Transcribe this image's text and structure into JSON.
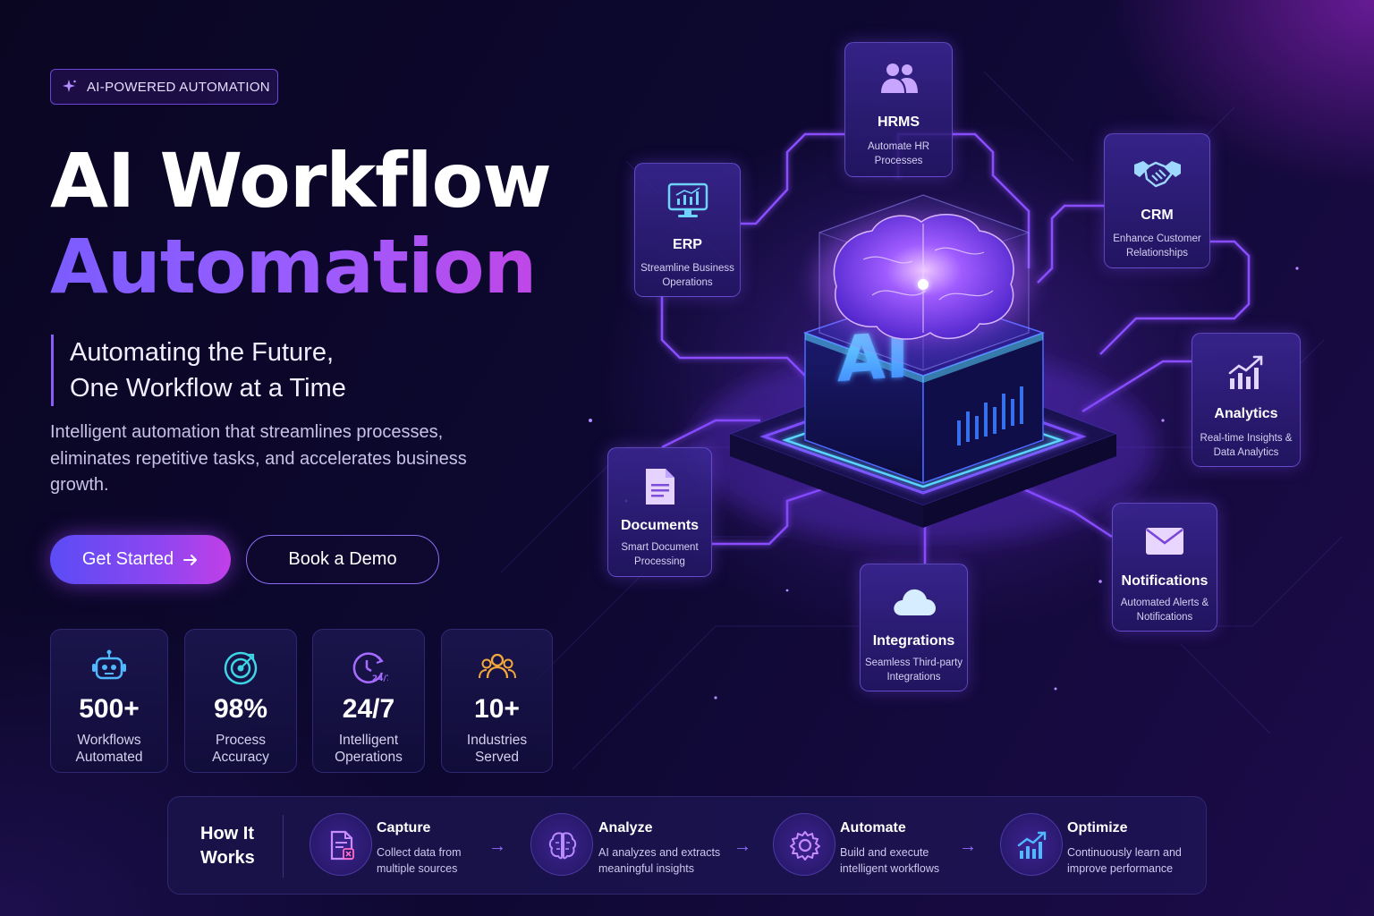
{
  "badge": {
    "icon": "sparkle-icon",
    "label": "AI-POWERED AUTOMATION"
  },
  "hero": {
    "title_line1": "AI Workflow",
    "title_line2": "Automation",
    "tagline_line1": "Automating the Future,",
    "tagline_line2": "One Workflow at a Time",
    "description": "Intelligent automation that streamlines processes, eliminates repetitive tasks, and accelerates business growth."
  },
  "buttons": {
    "primary_label": "Get Started",
    "primary_icon": "arrow-right-icon",
    "secondary_label": "Book a Demo"
  },
  "stats": [
    {
      "icon": "robot-icon",
      "value": "500+",
      "label": "Workflows Automated"
    },
    {
      "icon": "target-icon",
      "value": "98%",
      "label": "Process Accuracy"
    },
    {
      "icon": "clock-24-7-icon",
      "value": "24/7",
      "label": "Intelligent Operations"
    },
    {
      "icon": "people-icon",
      "value": "10+",
      "label": "Industries Served"
    }
  ],
  "hub": {
    "label": "AI",
    "icon": "brain-icon"
  },
  "nodes": {
    "hrms": {
      "icon": "users-icon",
      "title": "HRMS",
      "subtitle": "Automate HR Processes"
    },
    "erp": {
      "icon": "monitor-chart-icon",
      "title": "ERP",
      "subtitle": "Streamline Business Operations"
    },
    "crm": {
      "icon": "handshake-icon",
      "title": "CRM",
      "subtitle": "Enhance Customer Relationships"
    },
    "analytics": {
      "icon": "bar-chart-icon",
      "title": "Analytics",
      "subtitle": "Real-time Insights & Data Analytics"
    },
    "documents": {
      "icon": "document-icon",
      "title": "Documents",
      "subtitle": "Smart Document Processing"
    },
    "integrations": {
      "icon": "cloud-icon",
      "title": "Integrations",
      "subtitle": "Seamless Third-party Integrations"
    },
    "notifications": {
      "icon": "mail-icon",
      "title": "Notifications",
      "subtitle": "Automated Alerts & Notifications"
    }
  },
  "how_it_works": {
    "title": "How It Works",
    "steps": [
      {
        "icon": "document-scan-icon",
        "title": "Capture",
        "description": "Collect data from multiple sources"
      },
      {
        "icon": "brain-icon",
        "title": "Analyze",
        "description": "AI analyzes and extracts meaningful insights"
      },
      {
        "icon": "gear-icon",
        "title": "Automate",
        "description": "Build and execute intelligent workflows"
      },
      {
        "icon": "growth-chart-icon",
        "title": "Optimize",
        "description": "Continuously learn and improve performance"
      }
    ]
  },
  "colors": {
    "background": "#0d0830",
    "accent_purple": "#8b5cf6",
    "accent_magenta": "#c046e6",
    "accent_blue": "#5b4cf5",
    "card_bg": "#1e1955",
    "glow_cyan": "#4fd8ff"
  }
}
